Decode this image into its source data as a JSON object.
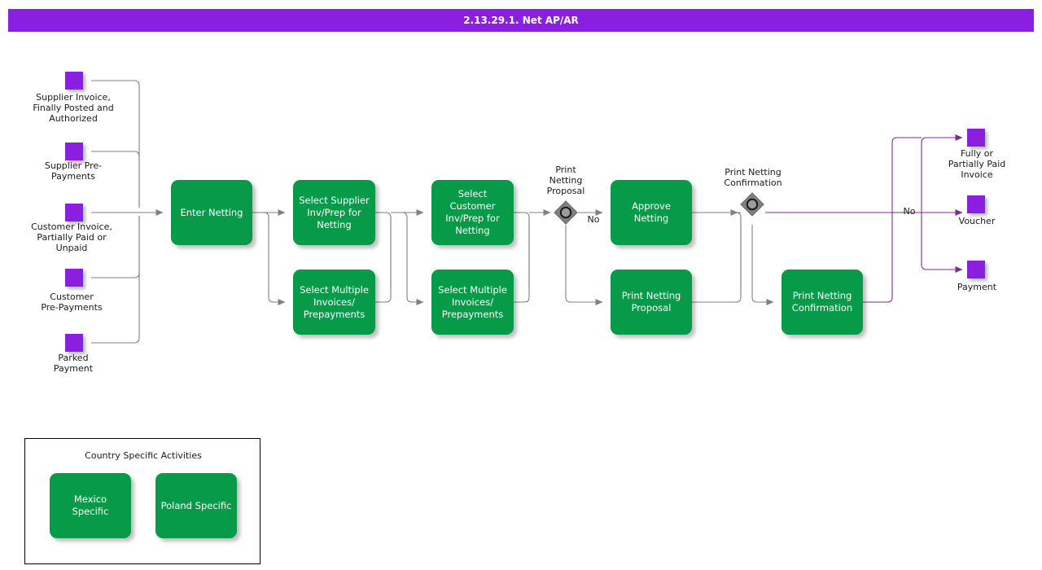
{
  "title": "2.13.29.1. Net AP/AR",
  "theme": {
    "title_bar_bg": "#8A1FE0",
    "title_bar_text": "#FFFFFF",
    "activity_fill": "#079A49",
    "activity_text": "#FFFFFF",
    "data_object_fill": "#8A1FE0",
    "connector_gray": "#808080",
    "connector_purple": "#7B2D8E",
    "gateway_fill": "#808080",
    "canvas_bg": "#FFFFFF"
  },
  "inputs": [
    {
      "label": "Supplier Invoice,\nFinally Posted and\nAuthorized"
    },
    {
      "label": "Supplier Pre-\nPayments"
    },
    {
      "label": "Customer Invoice,\nPartially Paid or\nUnpaid"
    },
    {
      "label": "Customer\nPre-Payments"
    },
    {
      "label": "Parked\nPayment"
    }
  ],
  "activities": [
    {
      "label": "Enter Netting"
    },
    {
      "label": "Select Supplier\nInv/Prep for\nNetting"
    },
    {
      "label": "Select Multiple\nInvoices/\nPrepayments"
    },
    {
      "label": "Select Customer\nInv/Prep for\nNetting"
    },
    {
      "label": "Select Multiple\nInvoices/\nPrepayments"
    },
    {
      "label": "Approve Netting"
    },
    {
      "label": "Print Netting\nProposal"
    },
    {
      "label": "Print Netting\nConfirmation"
    }
  ],
  "gateways": [
    {
      "label": "Print\nNetting\nProposal"
    },
    {
      "label": "Print Netting\nConfirmation"
    }
  ],
  "edge_labels": [
    {
      "text": "No"
    },
    {
      "text": "No"
    }
  ],
  "outputs": [
    {
      "label": "Fully or\nPartially Paid\nInvoice"
    },
    {
      "label": "Voucher"
    },
    {
      "label": "Payment"
    }
  ],
  "legend": {
    "title": "Country Specific Activities",
    "items": [
      {
        "label": "Mexico Specific"
      },
      {
        "label": "Poland Specific"
      }
    ]
  }
}
